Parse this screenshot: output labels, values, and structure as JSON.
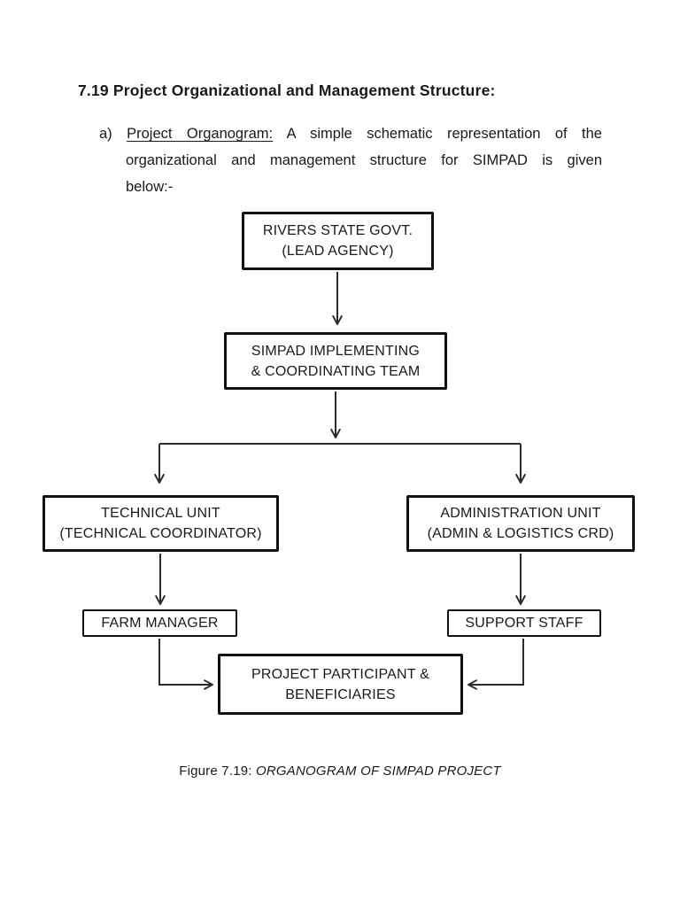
{
  "colors": {
    "ink": "#1a1a1a",
    "page_bg": "#ffffff",
    "box_border": "#111111"
  },
  "document": {
    "heading": "7.19 Project Organizational and Management Structure:",
    "intro": {
      "marker": "a)",
      "underlined_lead": "Project Organogram:",
      "line1_rest": "A simple schematic representation of the",
      "line2": "organizational and management structure for SIMPAD is given",
      "line3": "below:-"
    },
    "caption": {
      "prefix": "Figure 7.19:",
      "title": "ORGANOGRAM OF SIMPAD PROJECT"
    }
  },
  "diagram": {
    "nodes": {
      "lead_agency": {
        "line1": "RIVERS STATE GOVT.",
        "line2": "(LEAD AGENCY)"
      },
      "implementing_team": {
        "line1": "SIMPAD IMPLEMENTING",
        "line2": "& COORDINATING TEAM"
      },
      "technical_unit": {
        "line1": "TECHNICAL UNIT",
        "line2": "(TECHNICAL COORDINATOR)"
      },
      "admin_unit": {
        "line1": "ADMINISTRATION UNIT",
        "line2": "(ADMIN & LOGISTICS CRD)"
      },
      "farm_manager": {
        "line1": "FARM MANAGER"
      },
      "support_staff": {
        "line1": "SUPPORT STAFF"
      },
      "participants": {
        "line1": "PROJECT PARTICIPANT &",
        "line2": "BENEFICIARIES"
      }
    },
    "edges": [
      {
        "from": "lead_agency",
        "to": "implementing_team"
      },
      {
        "from": "implementing_team",
        "to": "technical_unit"
      },
      {
        "from": "implementing_team",
        "to": "admin_unit"
      },
      {
        "from": "technical_unit",
        "to": "farm_manager"
      },
      {
        "from": "admin_unit",
        "to": "support_staff"
      },
      {
        "from": "farm_manager",
        "to": "participants"
      },
      {
        "from": "support_staff",
        "to": "participants"
      }
    ]
  }
}
